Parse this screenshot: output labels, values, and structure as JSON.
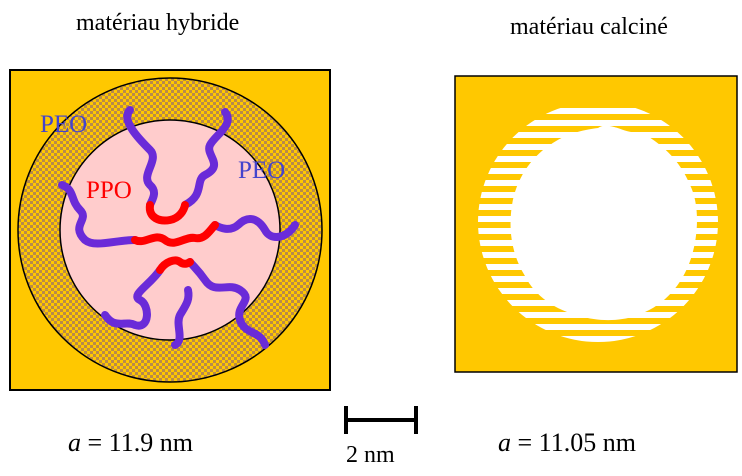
{
  "left_panel": {
    "title": "matériau hybride",
    "labels": {
      "peo_top": "PEO",
      "peo_right": "PEO",
      "ppo": "PPO"
    },
    "param_symbol": "a",
    "param_value": "= 11.9 nm"
  },
  "right_panel": {
    "title": "matériau calciné",
    "param_symbol": "a",
    "param_value": "= 11.05 nm"
  },
  "scale_bar": {
    "label": "2 nm"
  },
  "colors": {
    "matrix": "#FFC800",
    "core": "#FFCCCC",
    "peo": "#6A2BD8",
    "ppo": "#FF0000",
    "peo_label": "#4444CC",
    "ppo_label": "#FF0000"
  }
}
